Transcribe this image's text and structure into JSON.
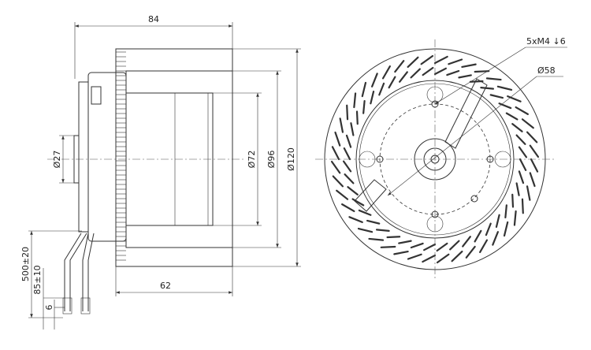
{
  "title": "Centrifugal fan dimension drawing",
  "side_view": {
    "overall_length": "84",
    "impeller_width": "62",
    "shaft_dia": "Ø27",
    "motor_dia": "Ø72",
    "hub_dia": "Ø96",
    "impeller_dia": "Ø120",
    "cable_length": "500±20",
    "strip_length": "85±10",
    "wire_strip": "6"
  },
  "front_view": {
    "mounting_holes": "5xM4 ↓6",
    "bolt_circle": "Ø58"
  }
}
